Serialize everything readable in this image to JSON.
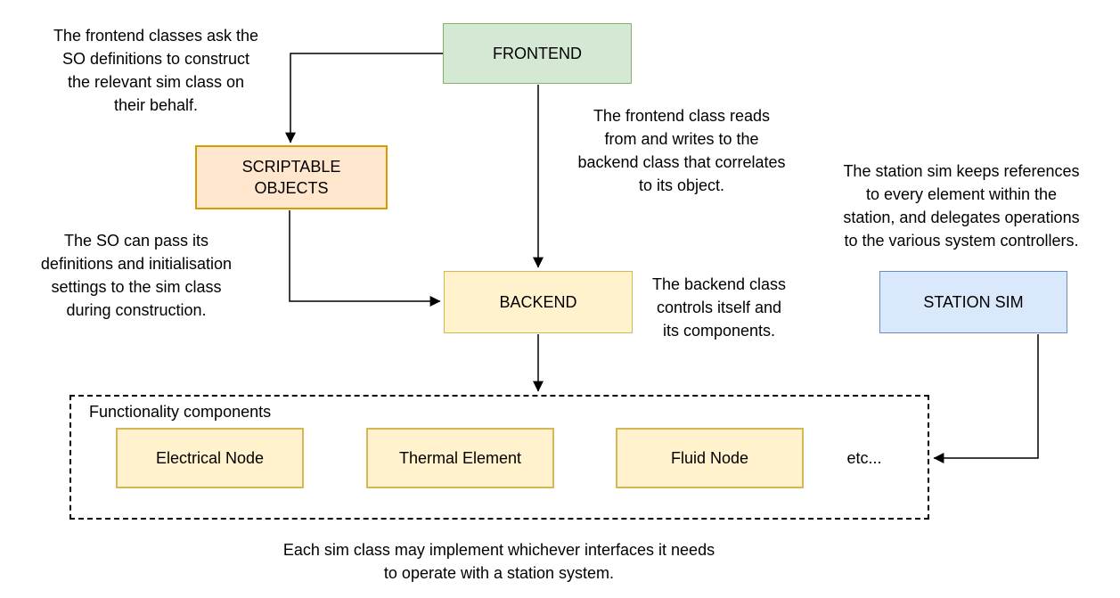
{
  "canvas": {
    "background": "#ffffff",
    "text_color": "#000000"
  },
  "nodes": {
    "frontend": {
      "label": "FRONTEND",
      "fill": "#d5e8d4",
      "border": "#82b366"
    },
    "scriptable_objects": {
      "label": "SCRIPTABLE OBJECTS",
      "fill": "#ffe6cc",
      "border": "#d79b00"
    },
    "backend": {
      "label": "BACKEND",
      "fill": "#fff2cc",
      "border": "#d6b656"
    },
    "station_sim": {
      "label": "STATION SIM",
      "fill": "#dae8fc",
      "border": "#6c8ebf"
    },
    "electrical_node": {
      "label": "Electrical Node",
      "fill": "#fff2cc",
      "border": "#d6b656"
    },
    "thermal_element": {
      "label": "Thermal Element",
      "fill": "#fff2cc",
      "border": "#d6b656"
    },
    "fluid_node": {
      "label": "Fluid Node",
      "fill": "#fff2cc",
      "border": "#d6b656"
    },
    "etc": {
      "label": "etc..."
    }
  },
  "container": {
    "label": "Functionality components",
    "border_style": "dashed",
    "border_color": "#000000"
  },
  "annotations": {
    "frontend_to_so": "The frontend classes ask the\nSO definitions to construct\nthe relevant sim class on\ntheir behalf.",
    "frontend_to_backend": "The frontend class reads\nfrom and writes to the\nbackend class that correlates\nto its object.",
    "station_sim_note": "The station sim keeps references\nto every element within the\nstation, and delegates operations\nto the various system controllers.",
    "so_to_backend": "The SO can pass its\ndefinitions and initialisation\nsettings to the sim class\nduring construction.",
    "backend_note": "The backend class\ncontrols itself and\nits components.",
    "bottom_caption": "Each sim class may implement whichever interfaces it needs\nto operate with a station system."
  },
  "arrows": {
    "color": "#000000"
  }
}
